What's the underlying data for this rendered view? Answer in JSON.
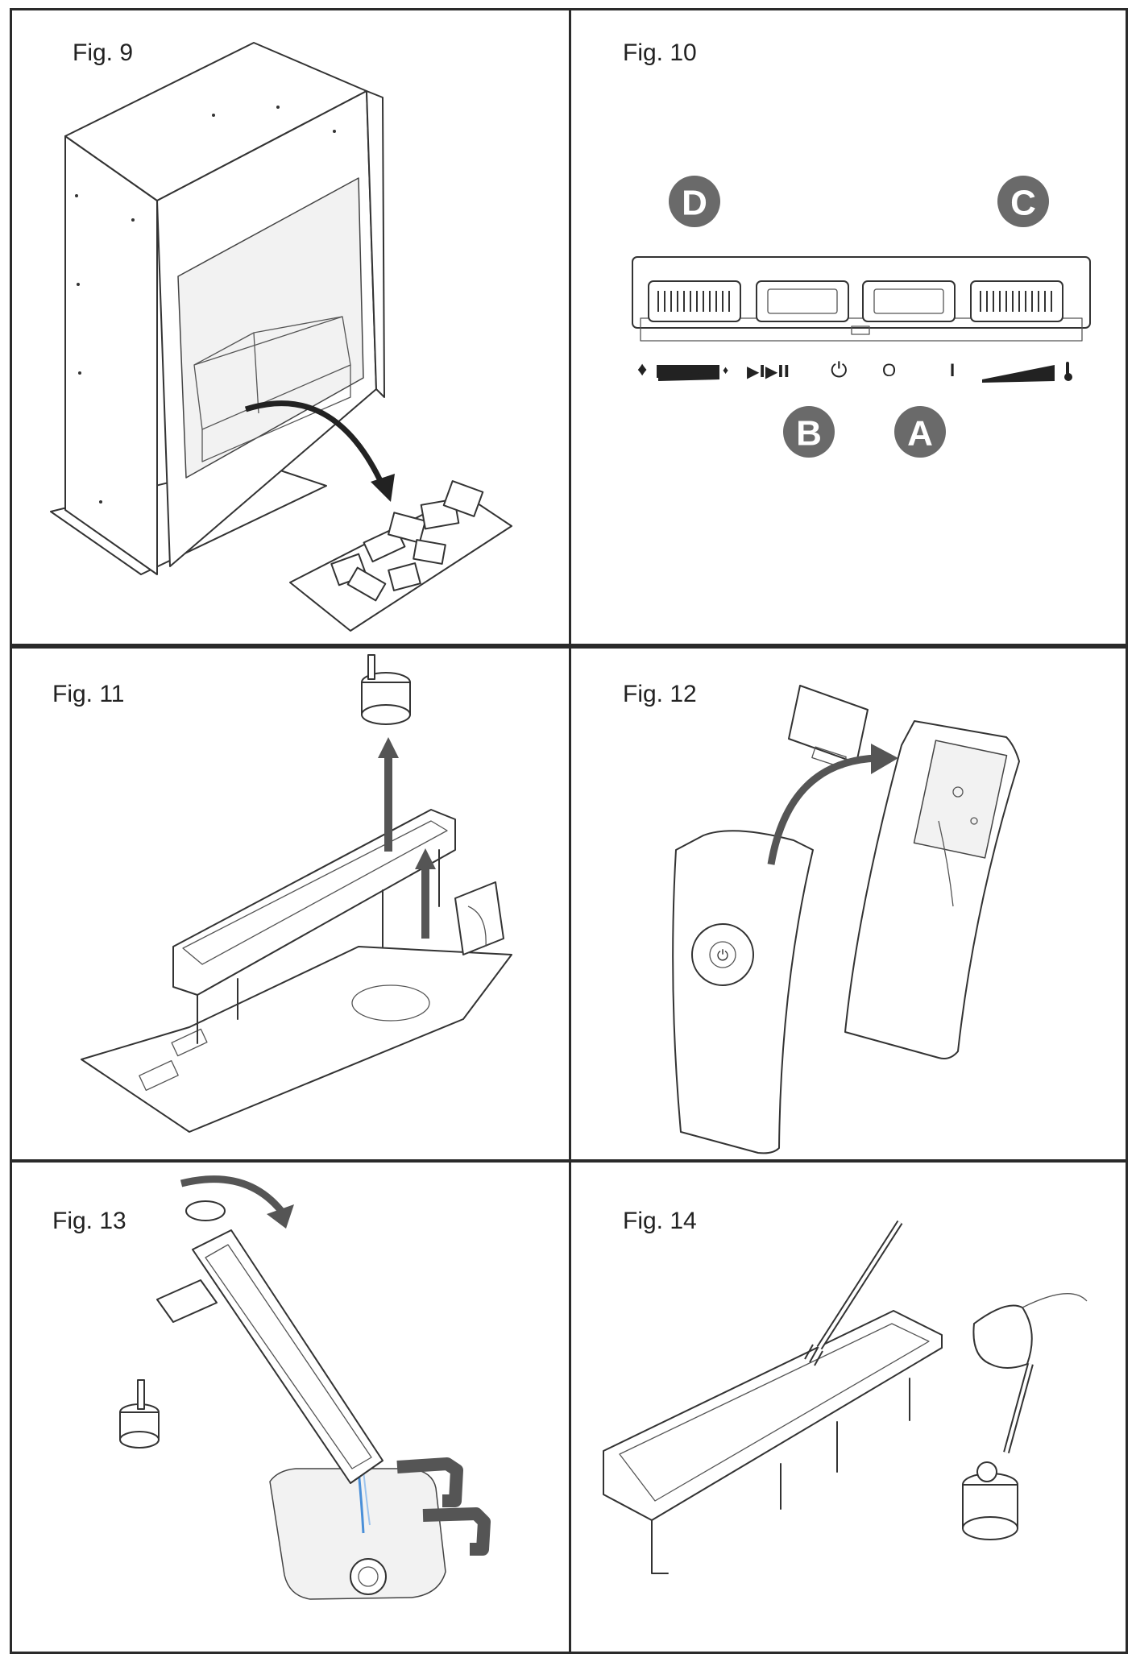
{
  "figures": {
    "fig9": {
      "label": "Fig. 9"
    },
    "fig10": {
      "label": "Fig. 10",
      "callouts": {
        "a": "A",
        "b": "B",
        "c": "C",
        "d": "D"
      },
      "symbols": {
        "power": "⏻",
        "off": "O",
        "on": "I",
        "mode": "▶I▶II"
      },
      "icons": [
        "flame-icon",
        "flame-small-icon",
        "power-icon",
        "thermometer-icon"
      ]
    },
    "fig11": {
      "label": "Fig. 11"
    },
    "fig12": {
      "label": "Fig. 12"
    },
    "fig13": {
      "label": "Fig. 13"
    },
    "fig14": {
      "label": "Fig. 14"
    }
  },
  "colors": {
    "border": "#2a2a2a",
    "badge": "#6a6a6a",
    "arrow": "#555555",
    "handle": "#555555",
    "water": "#4a8fd8"
  }
}
